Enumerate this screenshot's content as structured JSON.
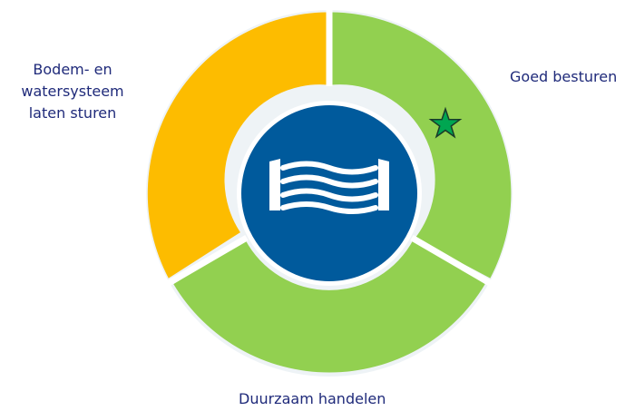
{
  "diagram": {
    "segments": [
      {
        "key": "left",
        "label_lines": [
          "Bodem- en",
          "watersysteem",
          "laten sturen"
        ],
        "color": "#fdbc00"
      },
      {
        "key": "right",
        "label": "Goed besturen",
        "color": "#92d050"
      },
      {
        "key": "bottom",
        "label": "Duurzaam handelen",
        "color": "#92d050"
      }
    ],
    "center": {
      "icon": "water-bridge-icon",
      "color": "#005a9c"
    },
    "marker": {
      "icon": "star-icon",
      "color": "#00a651"
    },
    "text_color": "#1f2a7a"
  }
}
